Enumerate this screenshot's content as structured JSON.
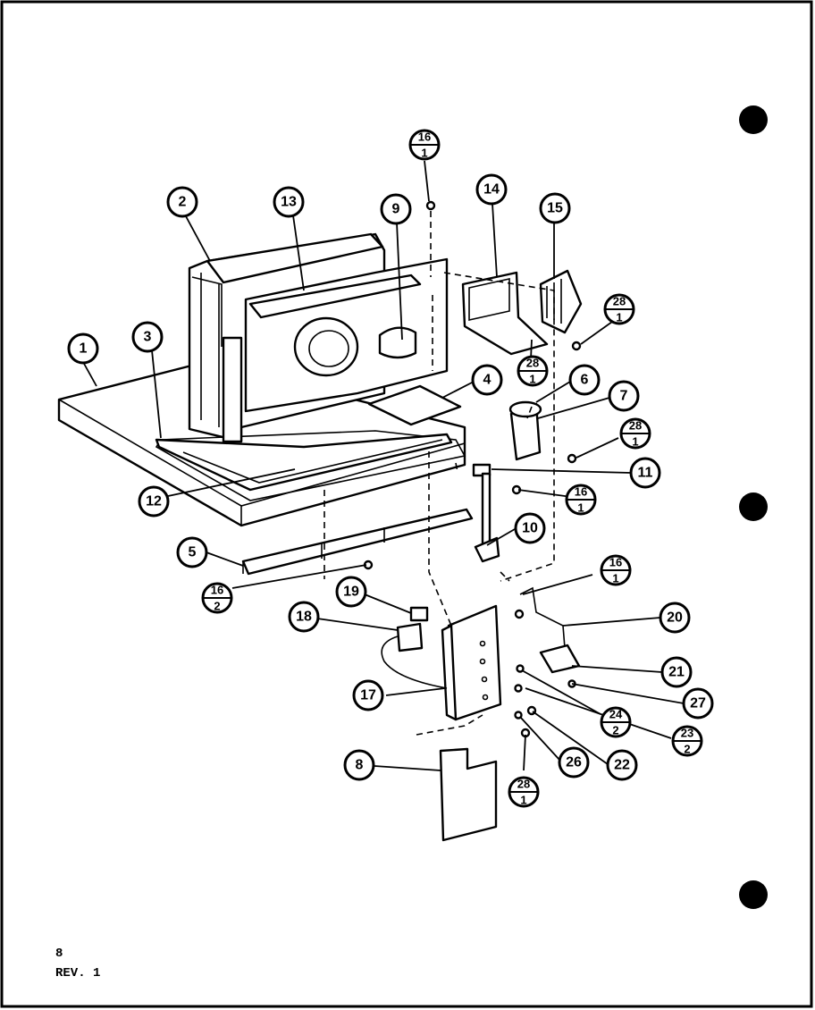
{
  "callouts": {
    "c1": "1",
    "c2": "2",
    "c3": "3",
    "c4": "4",
    "c5": "5",
    "c6": "6",
    "c7": "7",
    "c8": "8",
    "c9": "9",
    "c10": "10",
    "c11": "11",
    "c12": "12",
    "c13": "13",
    "c14": "14",
    "c15": "15",
    "c17": "17",
    "c18": "18",
    "c19": "19",
    "c20": "20",
    "c21": "21",
    "c22": "22",
    "c26": "26",
    "c27": "27"
  },
  "fraction_callouts": {
    "f16_top": {
      "num": "16",
      "den": "1"
    },
    "f28_a": {
      "num": "28",
      "den": "1"
    },
    "f28_b": {
      "num": "28",
      "den": "1"
    },
    "f28_c": {
      "num": "28",
      "den": "1"
    },
    "f16_mid": {
      "num": "16",
      "den": "1"
    },
    "f16_low": {
      "num": "16",
      "den": "2"
    },
    "f16_right": {
      "num": "16",
      "den": "1"
    },
    "f24": {
      "num": "24",
      "den": "2"
    },
    "f23": {
      "num": "23",
      "den": "2"
    },
    "f28_bottom": {
      "num": "28",
      "den": "1"
    }
  },
  "footer": {
    "page_number": "8",
    "revision": "REV. 1"
  }
}
